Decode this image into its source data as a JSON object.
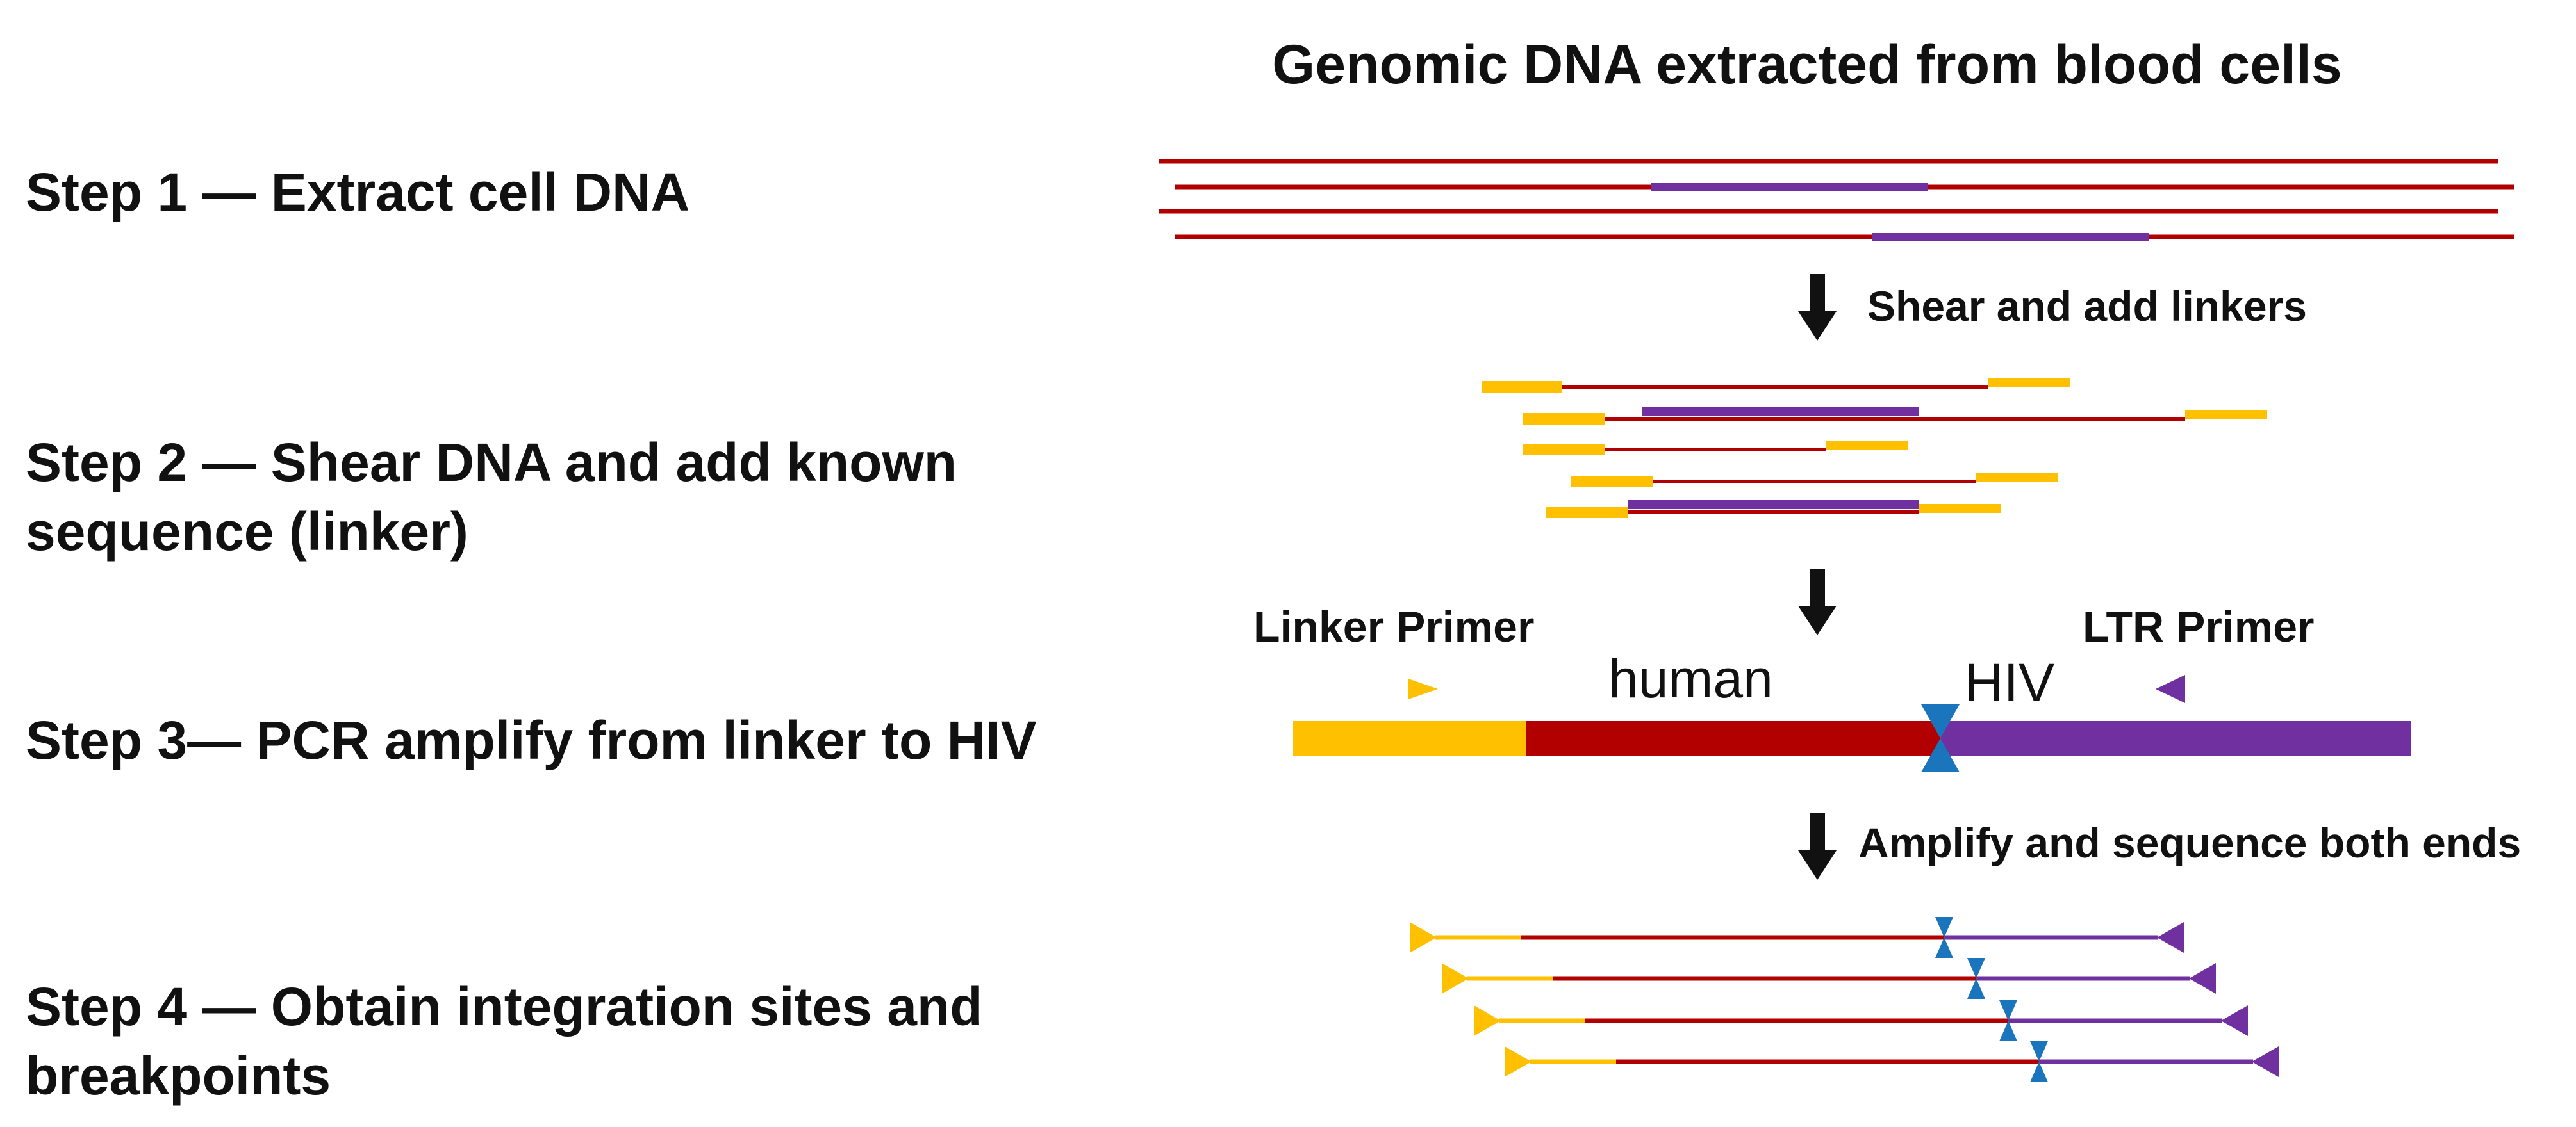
{
  "steps": [
    {
      "line1": "Step 1 — Extract cell DNA",
      "line2": ""
    },
    {
      "line1": "Step 2 — Shear DNA and add known",
      "line2": "sequence (linker)"
    },
    {
      "line1": "Step 3— PCR amplify from linker to HIV",
      "line2": ""
    },
    {
      "line1": "Step 4 — Obtain integration sites and",
      "line2": "breakpoints"
    }
  ],
  "diagram": {
    "title": "Genomic DNA extracted from blood cells",
    "arrows": [
      {
        "label": "Shear and add linkers"
      },
      {
        "label": ""
      },
      {
        "label": "Amplify and sequence both ends"
      }
    ],
    "step3": {
      "linker_primer_label": "Linker Primer",
      "ltr_primer_label": "LTR Primer",
      "human_label": "human",
      "hiv_label": "HIV"
    }
  },
  "colors": {
    "human_dna": "#b20000",
    "hiv_dna": "#7030a0",
    "linker": "#ffc000",
    "breakpoint": "#1b75bc",
    "text": "#111111"
  }
}
